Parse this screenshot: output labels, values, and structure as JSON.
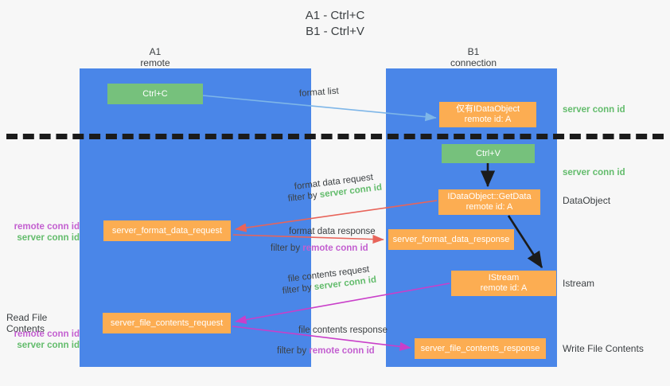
{
  "title": {
    "line1": "A1 - Ctrl+C",
    "line2": "B1 - Ctrl+V"
  },
  "lanes": [
    {
      "id": "a1",
      "name": "A1",
      "role": "remote",
      "color": "#4a86e8"
    },
    {
      "id": "b1",
      "name": "B1",
      "role": "connection",
      "color": "#4a86e8"
    }
  ],
  "boxes": {
    "ctrl_c": {
      "label": "Ctrl+C",
      "color": "#76c17c"
    },
    "ctrl_v": {
      "label": "Ctrl+V",
      "color": "#76c17c"
    },
    "idataobject": {
      "line1": "仅有IDataObject",
      "line2": "remote id: A",
      "color": "#fcad52"
    },
    "getdata": {
      "line1": "IDataObject::GetData",
      "line2": "remote id: A",
      "color": "#fcad52"
    },
    "istream": {
      "line1": "IStream",
      "line2": "remote id: A",
      "color": "#fcad52"
    },
    "format_data_request": {
      "label": "server_format_data_request",
      "color": "#fcad52"
    },
    "format_data_response": {
      "label": "server_format_data_response",
      "color": "#fcad52"
    },
    "file_contents_request": {
      "label": "server_file_contents_request",
      "color": "#fcad52"
    },
    "file_contents_response": {
      "label": "server_file_contents_response",
      "color": "#fcad52"
    }
  },
  "connectors": {
    "format_list": "format list",
    "format_data_request_l1": "format data request",
    "format_data_request_filter_prefix": "filter by ",
    "format_data_request_filter_value": "server conn id",
    "format_data_response_l1": "format data response",
    "format_data_response_filter_prefix": "filter by ",
    "format_data_response_filter_value": "remote conn id",
    "file_contents_request_l1": "file contents request",
    "file_contents_request_filter_prefix": "filter by ",
    "file_contents_request_filter_value": "server conn id",
    "file_contents_response_l1": "file contents response",
    "file_contents_response_filter_prefix": "filter by ",
    "file_contents_response_filter_value": "remote conn id"
  },
  "side_labels": {
    "server_conn_id_top": "server conn id",
    "server_conn_id_second": "server conn id",
    "dataobject": "DataObject",
    "istream": "Istream",
    "write_file_contents": "Write File Contents",
    "read_file_contents": "Read File Contents",
    "remote_conn_id_1": "remote conn id",
    "server_conn_id_1": "server conn id",
    "remote_conn_id_2": "remote conn id",
    "server_conn_id_2": "server conn id"
  },
  "colors": {
    "lane": "#4a86e8",
    "green_box": "#76c17c",
    "orange_box": "#fcad52",
    "green_text": "#63bc6c",
    "purple_text": "#c35fd0",
    "red_arrow": "#e8645a",
    "magenta_arrow": "#c93fc9",
    "blue_arrow": "#7eb6e8",
    "black_arrow": "#1b1b1b",
    "background": "#f7f7f7"
  }
}
